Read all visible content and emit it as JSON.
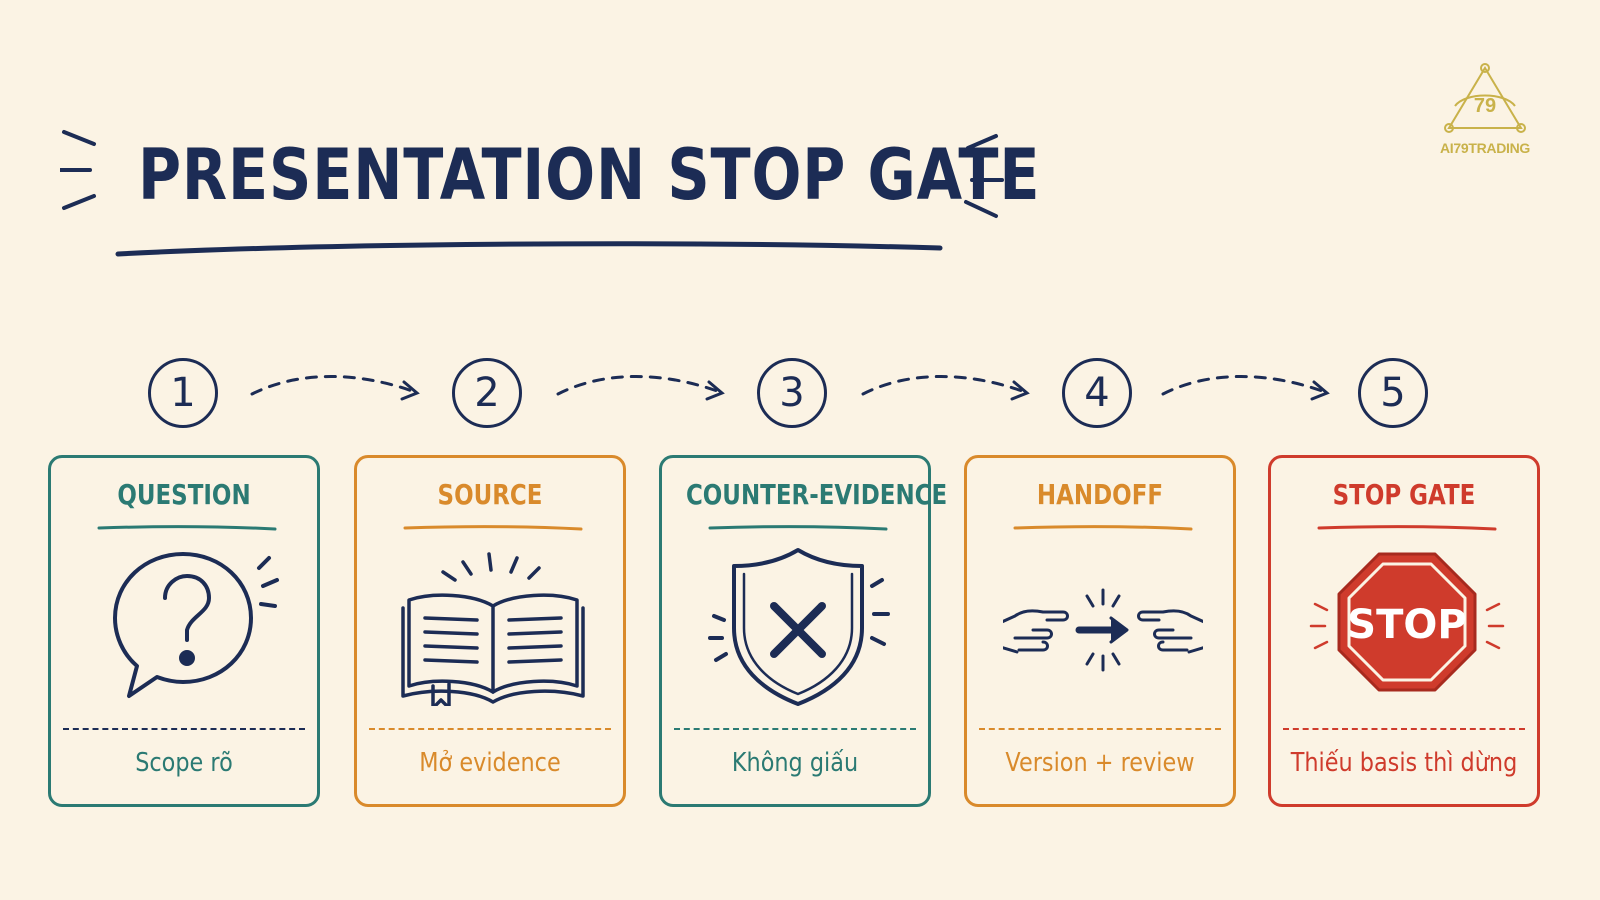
{
  "title": "PRESENTATION STOP GATE",
  "logo": {
    "text": "AI79TRADING",
    "mark": "79"
  },
  "steps": [
    {
      "number": "1",
      "title": "QUESTION",
      "caption": "Scope rõ",
      "icon": "question-bubble-icon",
      "color": "#2b7a73"
    },
    {
      "number": "2",
      "title": "SOURCE",
      "caption": "Mở evidence",
      "icon": "open-book-icon",
      "color": "#d98a2b"
    },
    {
      "number": "3",
      "title": "COUNTER-EVIDENCE",
      "caption": "Không giấu",
      "icon": "shield-x-icon",
      "color": "#2b7a73"
    },
    {
      "number": "4",
      "title": "HANDOFF",
      "caption": "Version + review",
      "icon": "handoff-hands-icon",
      "color": "#d98a2b"
    },
    {
      "number": "5",
      "title": "STOP GATE",
      "caption": "Thiếu basis thì dừng",
      "icon": "stop-sign-icon",
      "color": "#cf3b2c",
      "sign_text": "STOP"
    }
  ],
  "colors": {
    "ink": "#1c2c55",
    "teal": "#2b7a73",
    "orange": "#d98a2b",
    "red": "#cf3b2c",
    "background": "#fbf3e4",
    "logo_gold": "#c9b24a"
  }
}
